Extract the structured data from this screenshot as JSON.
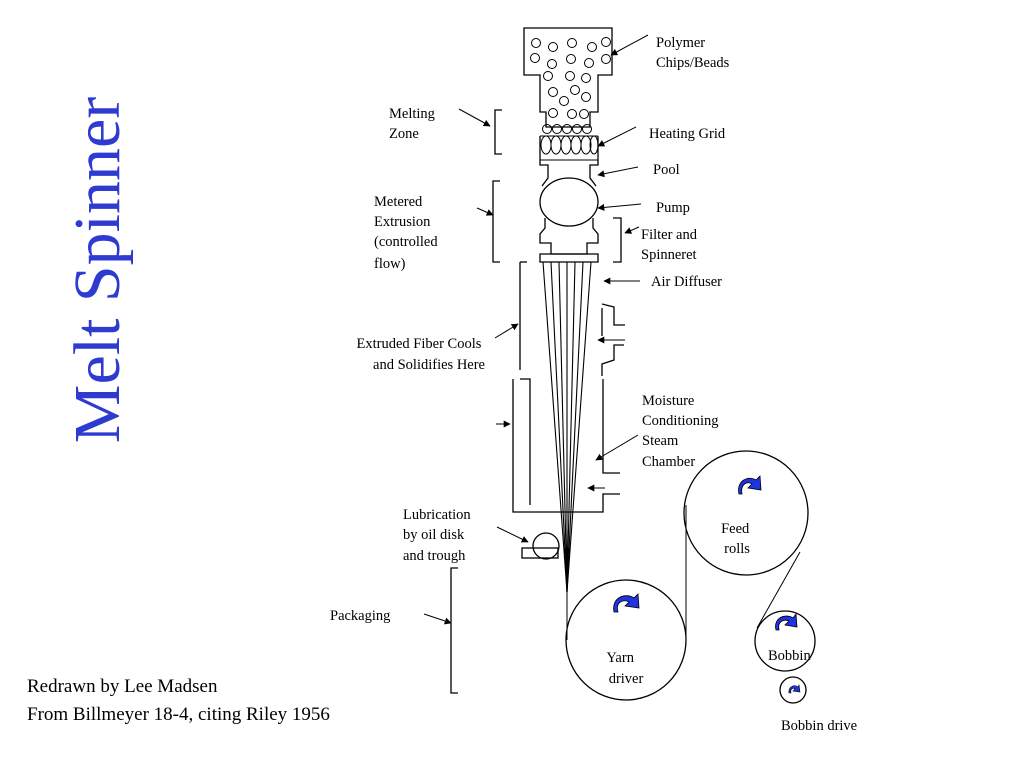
{
  "title": "Melt Spinner",
  "colors": {
    "title": "#2f3bd0",
    "arrow_icon": "#1f33e0",
    "line": "#000000",
    "background": "#ffffff"
  },
  "labels": {
    "polymer": [
      "Polymer",
      "Chips/Beads"
    ],
    "heating_grid": "Heating Grid",
    "melting_zone": [
      "Melting",
      "Zone"
    ],
    "pool": "Pool",
    "pump": "Pump",
    "metered_extrusion": [
      "Metered",
      "Extrusion",
      "(controlled",
      "flow)"
    ],
    "filter_spinneret": [
      "Filter and",
      "Spinneret"
    ],
    "air_diffuser": "Air Diffuser",
    "extruded_fiber": [
      "Extruded Fiber Cools",
      "and Solidifies Here"
    ],
    "moisture_chamber": [
      "Moisture",
      "Conditioning",
      "Steam",
      "Chamber"
    ],
    "lubrication": [
      "Lubrication",
      "by oil disk",
      "and trough"
    ],
    "feed_rolls": [
      "Feed",
      "rolls"
    ],
    "packaging": "Packaging",
    "yarn_driver": [
      "Yarn",
      "driver"
    ],
    "bobbin": "Bobbin",
    "bobbin_drive": "Bobbin drive"
  },
  "credits": {
    "line1": "Redrawn by Lee Madsen",
    "line2": "From Billmeyer 18-4, citing Riley 1956"
  },
  "icons": {
    "rotation": "curved-rotation-arrow-icon"
  }
}
